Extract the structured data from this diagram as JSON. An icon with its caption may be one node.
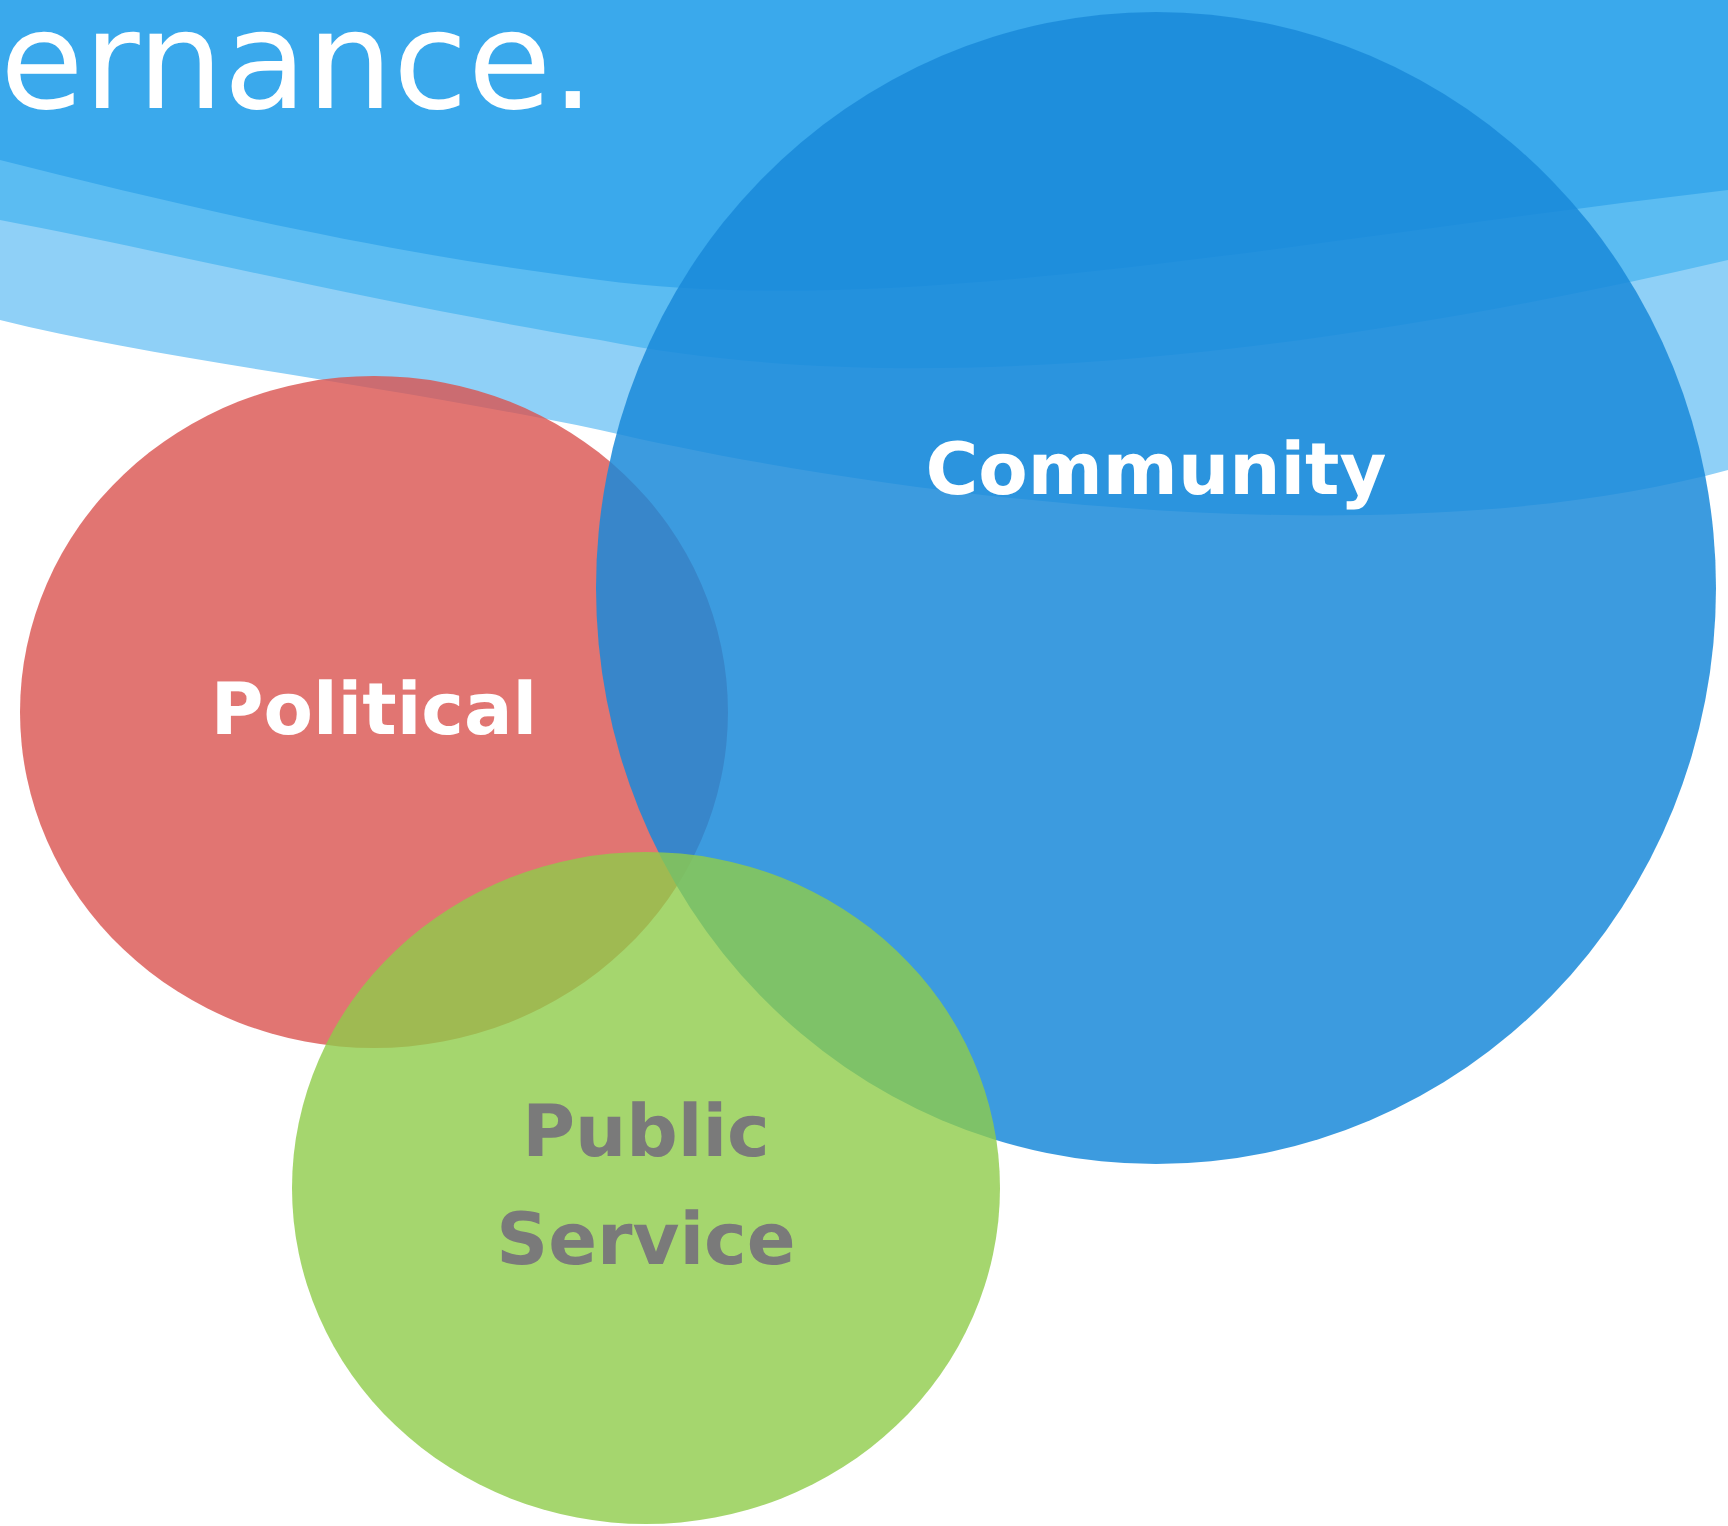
{
  "diagram": {
    "title": "ernance.",
    "nodes": [
      {
        "text": [
          "Political"
        ]
      },
      {
        "text": [
          "Community"
        ]
      },
      {
        "text": [
          "Public Service"
        ]
      }
    ],
    "edges": []
  }
}
